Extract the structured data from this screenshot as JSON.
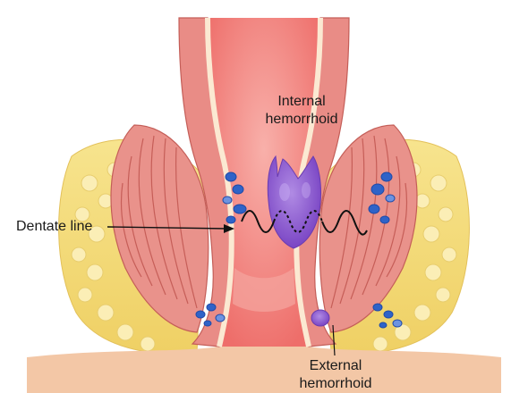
{
  "labels": {
    "internal": [
      "Internal",
      "hemorrhoid"
    ],
    "dentate": "Dentate line",
    "external": [
      "External",
      "hemorrhoid"
    ]
  },
  "colors": {
    "background": "#ffffff",
    "fat": "#f4dc78",
    "fat_cells": "#f9e9a8",
    "muscle": "#e68a84",
    "muscle_stripes": "#c65e58",
    "lumen": "#f37f7b",
    "lumen_light": "#f6a29c",
    "mucosa_edge": "#fbe9d2",
    "hemorrhoid": "#8a5ad0",
    "hemorrhoid_light": "#b08be4",
    "vessel": "#2f63c8",
    "vessel_light": "#6d93e0",
    "line": "#111111"
  },
  "icons": {
    "dentate_arrow": "arrow-right-icon",
    "external_pointer": "leader-line"
  }
}
